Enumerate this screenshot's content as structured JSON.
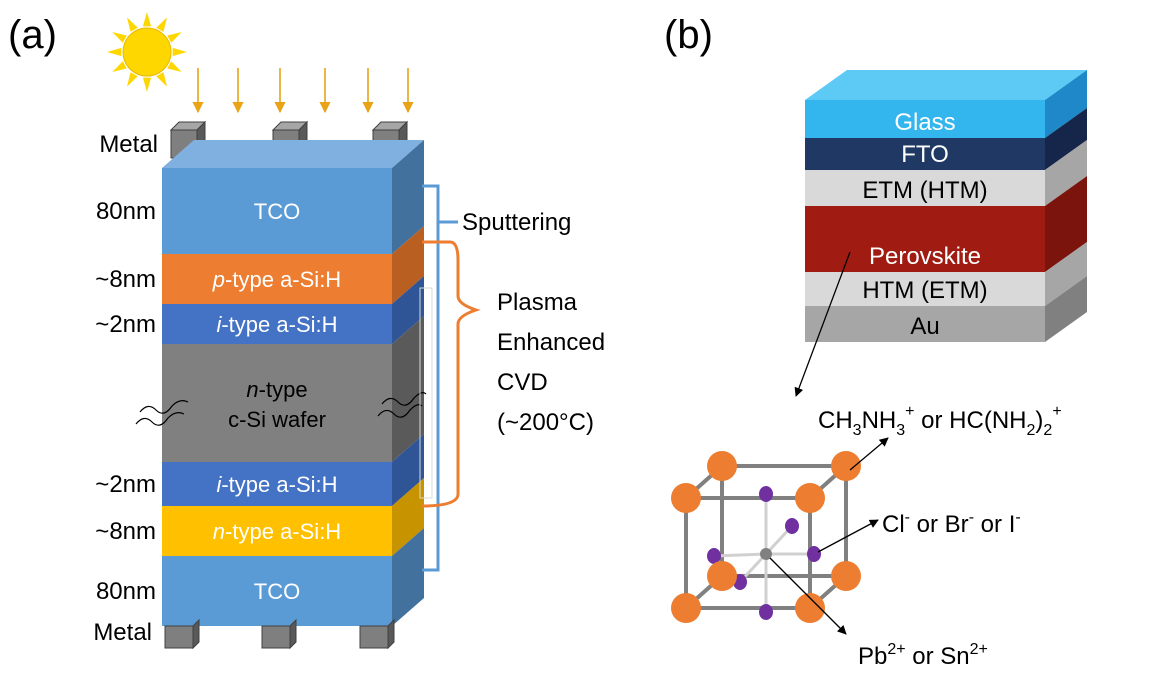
{
  "panel_a": {
    "tag": "(a)",
    "metal_top_label": "Metal",
    "metal_bottom_label": "Metal",
    "layers": [
      {
        "prefix": "",
        "italic": "",
        "text": "TCO",
        "thickness": "80nm",
        "front": "#5b9bd5",
        "side": "#41719c",
        "top": "#7fb0e0",
        "text_color": "#ffffff"
      },
      {
        "prefix": "",
        "italic": "p",
        "text": "-type a-Si:H",
        "thickness": "~8nm",
        "front": "#ed7d31",
        "side": "#b95f22",
        "top": "#f29a5f",
        "text_color": "#ffffff"
      },
      {
        "prefix": "",
        "italic": "i",
        "text": "-type a-Si:H",
        "thickness": "~2nm",
        "front": "#4472c4",
        "side": "#2f5597",
        "top": "#6a8fd6",
        "text_color": "#ffffff"
      },
      {
        "prefix": "",
        "italic": "n",
        "text": "-type",
        "line2": "c-Si wafer",
        "thickness": "",
        "front": "#808080",
        "side": "#5a5a5a",
        "top": "#a0a0a0",
        "text_color": "#000000"
      },
      {
        "prefix": "",
        "italic": "i",
        "text": "-type a-Si:H",
        "thickness": "~2nm",
        "front": "#4472c4",
        "side": "#2f5597",
        "top": "#6a8fd6",
        "text_color": "#ffffff"
      },
      {
        "prefix": "",
        "italic": "n",
        "text": "-type a-Si:H",
        "thickness": "~8nm",
        "front": "#ffc000",
        "side": "#c79400",
        "top": "#ffd24d",
        "text_color": "#ffffff"
      },
      {
        "prefix": "",
        "italic": "",
        "text": "TCO",
        "thickness": "80nm",
        "front": "#5b9bd5",
        "side": "#41719c",
        "top": "#7fb0e0",
        "text_color": "#ffffff"
      }
    ],
    "sputtering_label": "Sputtering",
    "pecvd_lines": [
      "Plasma",
      "Enhanced",
      "CVD",
      "(~200°C)"
    ],
    "colors": {
      "sun": "#ffd700",
      "arrow": "#e8a317",
      "sputter_bracket": "#5b9bd5",
      "pecvd_bracket": "#ed7d31",
      "metal": "#707070"
    }
  },
  "panel_b": {
    "tag": "(b)",
    "layers": [
      {
        "text": "Glass",
        "front": "#33b5ee",
        "side": "#1e88c8",
        "top": "#5ccaf5",
        "text_color": "#ffffff"
      },
      {
        "text": "FTO",
        "front": "#1f3864",
        "side": "#15264a",
        "top": "#2c4a80",
        "text_color": "#ffffff"
      },
      {
        "text": "ETM (HTM)",
        "front": "#d9d9d9",
        "side": "#a6a6a6",
        "top": "#e8e8e8",
        "text_color": "#000000"
      },
      {
        "text": "Perovskite",
        "front": "#a01c12",
        "side": "#7a140c",
        "top": "#b8281c",
        "text_color": "#ffffff"
      },
      {
        "text": "HTM (ETM)",
        "front": "#d9d9d9",
        "side": "#a6a6a6",
        "top": "#e8e8e8",
        "text_color": "#000000"
      },
      {
        "text": "Au",
        "front": "#a6a6a6",
        "side": "#808080",
        "top": "#bfbfbf",
        "text_color": "#000000"
      }
    ],
    "a_site": {
      "base": "CH",
      "sub1": "3",
      "mid": "NH",
      "sub2": "3",
      "sup1": "+",
      "rest": " or HC(NH",
      "sub3": "2",
      "close": ")",
      "sub4": "2",
      "sup2": "+"
    },
    "x_site": {
      "a": "Cl",
      "sa": "-",
      "b": " or Br",
      "sb": "-",
      "c": " or I",
      "sc": "-"
    },
    "b_site": {
      "a": "Pb",
      "sa": "2+",
      "b": " or Sn",
      "sb": "2+"
    },
    "colors": {
      "a_atom": "#ed7d31",
      "x_atom": "#7030a0",
      "b_atom": "#808080",
      "frame": "#808080"
    }
  }
}
